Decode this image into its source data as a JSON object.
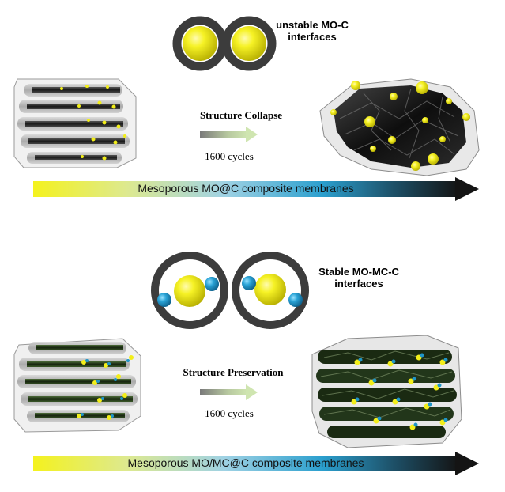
{
  "top": {
    "interface_label_line1": "unstable MO-C",
    "interface_label_line2": "interfaces",
    "process_label": "Structure Collapse",
    "cycles_label": "1600 cycles",
    "band_label": "Mesoporous MO@C composite membranes"
  },
  "bottom": {
    "interface_label_line1": "Stable MO-MC-C",
    "interface_label_line2": "interfaces",
    "process_label": "Structure Preservation",
    "cycles_label": "1600 cycles",
    "band_label": "Mesoporous MO/MC@C composite membranes"
  },
  "colors": {
    "particle_yellow": "#f2ee1a",
    "particle_blue": "#1f95c8",
    "ring_dark": "#3c3c3c",
    "band_start": "#f4f21e",
    "band_mid": "#2b9fce",
    "band_end": "#141414"
  }
}
